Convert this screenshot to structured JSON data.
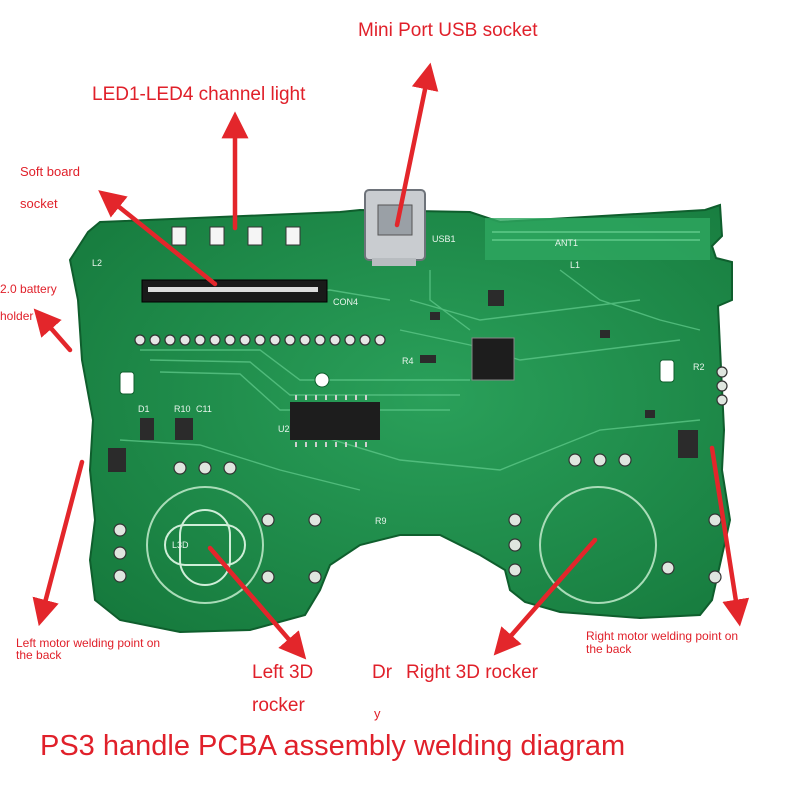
{
  "title": "PS3 handle PCBA assembly welding diagram",
  "colors": {
    "label": "#e0202a",
    "arrow": "#e3262b",
    "pcb": "#1f8a4a",
    "pcb_light": "#3db06a",
    "trace": "#5fc98a",
    "silk": "#e8f5ec"
  },
  "labels": {
    "usb": "Mini Port USB socket",
    "led": "LED1-LED4 channel light",
    "soft_board_1": "Soft board",
    "soft_board_2": "socket",
    "battery_1": "2.0 battery",
    "battery_2": "holder",
    "left_motor_1": "Left motor welding point on",
    "left_motor_2": "the back",
    "right_motor_1": "Right motor welding point on",
    "right_motor_2": "the back",
    "left_rocker_1": "Left 3D",
    "left_rocker_2": "rocker",
    "right_rocker": "Right 3D rocker",
    "dry_1": "Dr",
    "dry_2": "y"
  },
  "silkscreen": {
    "usb1": "USB1",
    "ant1": "ANT1",
    "con4": "CON4",
    "u2": "U2",
    "d1": "D1",
    "r10": "R10",
    "c11": "C11",
    "l2": "L2",
    "r2": "R2",
    "r9": "R9",
    "l1": "L1",
    "r4": "R4",
    "l3d": "L3D"
  }
}
